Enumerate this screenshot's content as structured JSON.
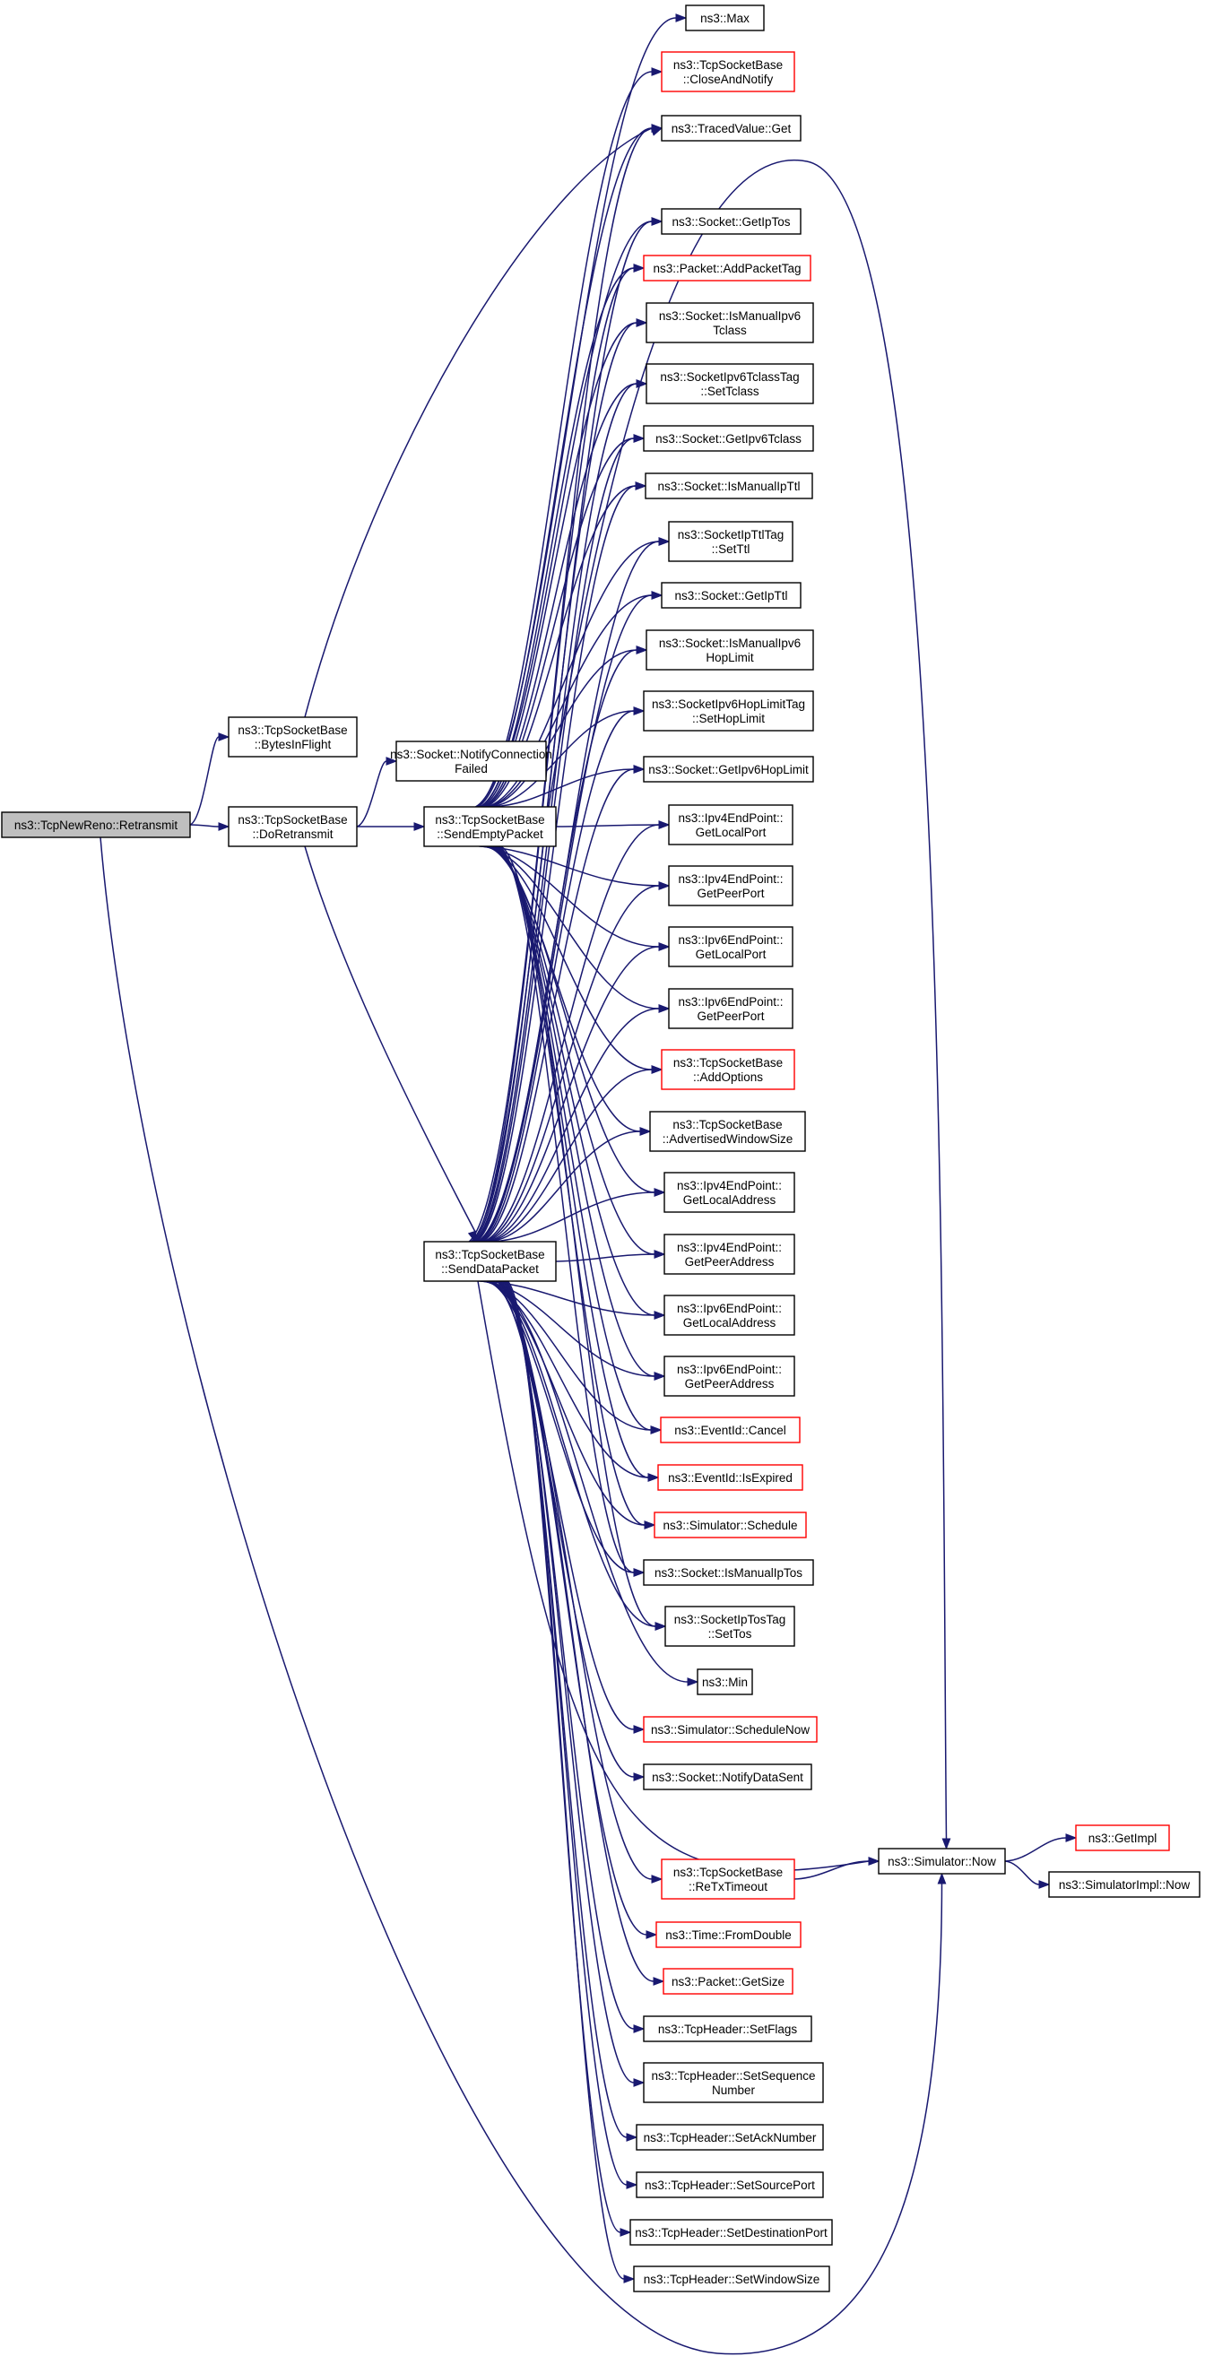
{
  "colors": {
    "edge": "#191970",
    "box_border": "#000000",
    "external_border": "#ff0000",
    "root_fill": "#bfbfbf"
  },
  "nodes": [
    {
      "id": "retransmit",
      "lines": [
        "ns3::TcpNewReno::Retransmit"
      ],
      "root": true
    },
    {
      "id": "bytesinflight",
      "lines": [
        "ns3::TcpSocketBase",
        "::BytesInFlight"
      ]
    },
    {
      "id": "doretransmit",
      "lines": [
        "ns3::TcpSocketBase",
        "::DoRetransmit"
      ]
    },
    {
      "id": "notifyconnfailed",
      "lines": [
        "ns3::Socket::NotifyConnection",
        "Failed"
      ]
    },
    {
      "id": "sendempty",
      "lines": [
        "ns3::TcpSocketBase",
        "::SendEmptyPacket"
      ]
    },
    {
      "id": "senddata",
      "lines": [
        "ns3::TcpSocketBase",
        "::SendDataPacket"
      ]
    },
    {
      "id": "max",
      "lines": [
        "ns3::Max"
      ]
    },
    {
      "id": "closeandnotify",
      "lines": [
        "ns3::TcpSocketBase",
        "::CloseAndNotify"
      ],
      "ext": true
    },
    {
      "id": "tracedget",
      "lines": [
        "ns3::TracedValue::Get"
      ]
    },
    {
      "id": "getiptos",
      "lines": [
        "ns3::Socket::GetIpTos"
      ]
    },
    {
      "id": "addpackettag",
      "lines": [
        "ns3::Packet::AddPacketTag"
      ],
      "ext": true
    },
    {
      "id": "ismanualipv6tclass",
      "lines": [
        "ns3::Socket::IsManualIpv6",
        "Tclass"
      ]
    },
    {
      "id": "settclass",
      "lines": [
        "ns3::SocketIpv6TclassTag",
        "::SetTclass"
      ]
    },
    {
      "id": "getipv6tclass",
      "lines": [
        "ns3::Socket::GetIpv6Tclass"
      ]
    },
    {
      "id": "ismanualipttl",
      "lines": [
        "ns3::Socket::IsManualIpTtl"
      ]
    },
    {
      "id": "setttl",
      "lines": [
        "ns3::SocketIpTtlTag",
        "::SetTtl"
      ]
    },
    {
      "id": "getipttl",
      "lines": [
        "ns3::Socket::GetIpTtl"
      ]
    },
    {
      "id": "ismanualipv6hoplimit",
      "lines": [
        "ns3::Socket::IsManualIpv6",
        "HopLimit"
      ]
    },
    {
      "id": "sethoplimit",
      "lines": [
        "ns3::SocketIpv6HopLimitTag",
        "::SetHopLimit"
      ]
    },
    {
      "id": "getipv6hoplimit",
      "lines": [
        "ns3::Socket::GetIpv6HopLimit"
      ]
    },
    {
      "id": "ipv4getlocalport",
      "lines": [
        "ns3::Ipv4EndPoint::",
        "GetLocalPort"
      ]
    },
    {
      "id": "ipv4getpeerport",
      "lines": [
        "ns3::Ipv4EndPoint::",
        "GetPeerPort"
      ]
    },
    {
      "id": "ipv6getlocalport",
      "lines": [
        "ns3::Ipv6EndPoint::",
        "GetLocalPort"
      ]
    },
    {
      "id": "ipv6getpeerport",
      "lines": [
        "ns3::Ipv6EndPoint::",
        "GetPeerPort"
      ]
    },
    {
      "id": "addoptions",
      "lines": [
        "ns3::TcpSocketBase",
        "::AddOptions"
      ],
      "ext": true
    },
    {
      "id": "advwindowsize",
      "lines": [
        "ns3::TcpSocketBase",
        "::AdvertisedWindowSize"
      ]
    },
    {
      "id": "ipv4getlocaladdr",
      "lines": [
        "ns3::Ipv4EndPoint::",
        "GetLocalAddress"
      ]
    },
    {
      "id": "ipv4getpeeraddr",
      "lines": [
        "ns3::Ipv4EndPoint::",
        "GetPeerAddress"
      ]
    },
    {
      "id": "ipv6getlocaladdr",
      "lines": [
        "ns3::Ipv6EndPoint::",
        "GetLocalAddress"
      ]
    },
    {
      "id": "ipv6getpeeraddr",
      "lines": [
        "ns3::Ipv6EndPoint::",
        "GetPeerAddress"
      ]
    },
    {
      "id": "cancel",
      "lines": [
        "ns3::EventId::Cancel"
      ],
      "ext": true
    },
    {
      "id": "isexpired",
      "lines": [
        "ns3::EventId::IsExpired"
      ],
      "ext": true
    },
    {
      "id": "schedule",
      "lines": [
        "ns3::Simulator::Schedule"
      ],
      "ext": true
    },
    {
      "id": "ismanualiptos",
      "lines": [
        "ns3::Socket::IsManualIpTos"
      ]
    },
    {
      "id": "settos",
      "lines": [
        "ns3::SocketIpTosTag",
        "::SetTos"
      ]
    },
    {
      "id": "min",
      "lines": [
        "ns3::Min"
      ]
    },
    {
      "id": "schedulenow",
      "lines": [
        "ns3::Simulator::ScheduleNow"
      ],
      "ext": true
    },
    {
      "id": "notifydatasent",
      "lines": [
        "ns3::Socket::NotifyDataSent"
      ]
    },
    {
      "id": "retxtimeout",
      "lines": [
        "ns3::TcpSocketBase",
        "::ReTxTimeout"
      ],
      "ext": true
    },
    {
      "id": "fromdouble",
      "lines": [
        "ns3::Time::FromDouble"
      ],
      "ext": true
    },
    {
      "id": "getsize",
      "lines": [
        "ns3::Packet::GetSize"
      ],
      "ext": true
    },
    {
      "id": "setflags",
      "lines": [
        "ns3::TcpHeader::SetFlags"
      ]
    },
    {
      "id": "setseqnum",
      "lines": [
        "ns3::TcpHeader::SetSequence",
        "Number"
      ]
    },
    {
      "id": "setacknum",
      "lines": [
        "ns3::TcpHeader::SetAckNumber"
      ]
    },
    {
      "id": "setsourceport",
      "lines": [
        "ns3::TcpHeader::SetSourcePort"
      ]
    },
    {
      "id": "setdestport",
      "lines": [
        "ns3::TcpHeader::SetDestinationPort"
      ]
    },
    {
      "id": "setwindowsize",
      "lines": [
        "ns3::TcpHeader::SetWindowSize"
      ]
    },
    {
      "id": "simnow",
      "lines": [
        "ns3::Simulator::Now"
      ]
    },
    {
      "id": "getimpl",
      "lines": [
        "ns3::GetImpl"
      ],
      "ext": true
    },
    {
      "id": "simimplnow",
      "lines": [
        "ns3::SimulatorImpl::Now"
      ]
    }
  ],
  "edges": [
    [
      "retransmit",
      "bytesinflight"
    ],
    [
      "retransmit",
      "doretransmit"
    ],
    [
      "retransmit",
      "simnow"
    ],
    [
      "bytesinflight",
      "tracedget"
    ],
    [
      "doretransmit",
      "notifyconnfailed"
    ],
    [
      "doretransmit",
      "sendempty"
    ],
    [
      "doretransmit",
      "senddata"
    ],
    [
      "sendempty",
      "max"
    ],
    [
      "sendempty",
      "closeandnotify"
    ],
    [
      "sendempty",
      "tracedget"
    ],
    [
      "sendempty",
      "getiptos"
    ],
    [
      "sendempty",
      "addpackettag"
    ],
    [
      "sendempty",
      "ismanualipv6tclass"
    ],
    [
      "sendempty",
      "settclass"
    ],
    [
      "sendempty",
      "getipv6tclass"
    ],
    [
      "sendempty",
      "ismanualipttl"
    ],
    [
      "sendempty",
      "setttl"
    ],
    [
      "sendempty",
      "getipttl"
    ],
    [
      "sendempty",
      "ismanualipv6hoplimit"
    ],
    [
      "sendempty",
      "sethoplimit"
    ],
    [
      "sendempty",
      "getipv6hoplimit"
    ],
    [
      "sendempty",
      "ipv4getlocalport"
    ],
    [
      "sendempty",
      "ipv4getpeerport"
    ],
    [
      "sendempty",
      "ipv6getlocalport"
    ],
    [
      "sendempty",
      "ipv6getpeerport"
    ],
    [
      "sendempty",
      "addoptions"
    ],
    [
      "sendempty",
      "advwindowsize"
    ],
    [
      "sendempty",
      "ipv4getlocaladdr"
    ],
    [
      "sendempty",
      "ipv4getpeeraddr"
    ],
    [
      "sendempty",
      "ipv6getlocaladdr"
    ],
    [
      "sendempty",
      "ipv6getpeeraddr"
    ],
    [
      "sendempty",
      "cancel"
    ],
    [
      "sendempty",
      "isexpired"
    ],
    [
      "sendempty",
      "schedule"
    ],
    [
      "sendempty",
      "ismanualiptos"
    ],
    [
      "sendempty",
      "settos"
    ],
    [
      "sendempty",
      "simnow"
    ],
    [
      "senddata",
      "tracedget"
    ],
    [
      "senddata",
      "getiptos"
    ],
    [
      "senddata",
      "addpackettag"
    ],
    [
      "senddata",
      "ismanualipv6tclass"
    ],
    [
      "senddata",
      "settclass"
    ],
    [
      "senddata",
      "getipv6tclass"
    ],
    [
      "senddata",
      "ismanualipttl"
    ],
    [
      "senddata",
      "setttl"
    ],
    [
      "senddata",
      "getipttl"
    ],
    [
      "senddata",
      "ismanualipv6hoplimit"
    ],
    [
      "senddata",
      "sethoplimit"
    ],
    [
      "senddata",
      "getipv6hoplimit"
    ],
    [
      "senddata",
      "ipv4getlocalport"
    ],
    [
      "senddata",
      "ipv4getpeerport"
    ],
    [
      "senddata",
      "ipv6getlocalport"
    ],
    [
      "senddata",
      "ipv6getpeerport"
    ],
    [
      "senddata",
      "addoptions"
    ],
    [
      "senddata",
      "advwindowsize"
    ],
    [
      "senddata",
      "ipv4getlocaladdr"
    ],
    [
      "senddata",
      "ipv4getpeeraddr"
    ],
    [
      "senddata",
      "ipv6getlocaladdr"
    ],
    [
      "senddata",
      "ipv6getpeeraddr"
    ],
    [
      "senddata",
      "cancel"
    ],
    [
      "senddata",
      "isexpired"
    ],
    [
      "senddata",
      "schedule"
    ],
    [
      "senddata",
      "ismanualiptos"
    ],
    [
      "senddata",
      "settos"
    ],
    [
      "senddata",
      "min"
    ],
    [
      "senddata",
      "schedulenow"
    ],
    [
      "senddata",
      "notifydatasent"
    ],
    [
      "senddata",
      "retxtimeout"
    ],
    [
      "senddata",
      "fromdouble"
    ],
    [
      "senddata",
      "getsize"
    ],
    [
      "senddata",
      "setflags"
    ],
    [
      "senddata",
      "setseqnum"
    ],
    [
      "senddata",
      "setacknum"
    ],
    [
      "senddata",
      "setsourceport"
    ],
    [
      "senddata",
      "setdestport"
    ],
    [
      "senddata",
      "setwindowsize"
    ],
    [
      "senddata",
      "simnow"
    ],
    [
      "retxtimeout",
      "simnow"
    ],
    [
      "simnow",
      "getimpl"
    ],
    [
      "simnow",
      "simimplnow"
    ]
  ]
}
